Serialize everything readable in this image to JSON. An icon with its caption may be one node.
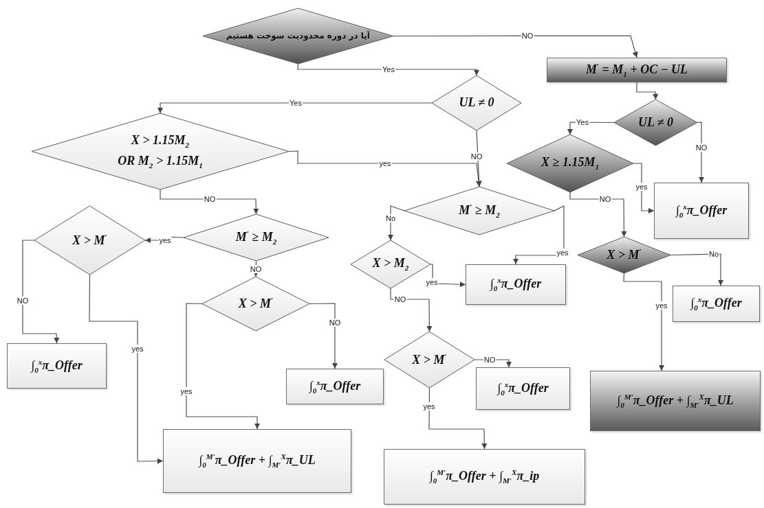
{
  "diagram": {
    "nodes": [
      {
        "text": [
          "آیا در دوره محدودیت سوخت هستیم"
        ]
      },
      {
        "text": [
          "M$^{′}$ = M$_{1}$ + OC − UL"
        ]
      },
      {
        "text": [
          "UL ≠ 0"
        ]
      },
      {
        "text": [
          "X > 1.15M$_{2}$",
          "OR M$_{2}$ > 1.15M$_{1}$"
        ]
      },
      {
        "text": [
          "UL ≠ 0"
        ]
      },
      {
        "text": [
          "X ≥ 1.15M$_{1}$"
        ]
      },
      {
        "text": [
          "∫$_{0}$$^{x}$π_Offer"
        ]
      },
      {
        "text": [
          "M$^{′}$ ≥ M$_{2}$"
        ]
      },
      {
        "text": [
          "M$^{′}$ ≥ M$_{2}$"
        ]
      },
      {
        "text": [
          "X > M$^{′}$"
        ]
      },
      {
        "text": [
          "X > M$^{′}$"
        ]
      },
      {
        "text": [
          "X > M$_{2}$"
        ]
      },
      {
        "text": [
          "∫$_{0}$$^{x}$π_Offer"
        ]
      },
      {
        "text": [
          "X > M$^{′}$"
        ]
      },
      {
        "text": [
          "∫$_{0}$$^{x}$π_Offer"
        ]
      },
      {
        "text": [
          "∫$_{0}$$^{x}$π_Offer"
        ]
      },
      {
        "text": [
          "∫$_{0}$$^{x}$π_Offer"
        ]
      },
      {
        "text": [
          "X > M$^{′}$"
        ]
      },
      {
        "text": [
          "∫$_{0}$$^{x}$π_Offer"
        ]
      },
      {
        "text": [
          "∫$_{0}$$^{M′}$π_Offer + ∫$_{M′}$$^{X}$π_UL"
        ]
      },
      {
        "text": [
          "∫$_{0}$$^{M′}$π_Offer + ∫$_{M′}$$^{X}$π_UL"
        ]
      },
      {
        "text": [
          "∫$_{0}$$^{M′}$π_Offer + ∫$_{M′}$$^{X}$π_ip"
        ]
      }
    ],
    "edges": [
      {
        "from": 0,
        "to": 1,
        "arrow": "to",
        "label": "NO"
      },
      {
        "from": 0,
        "to": 2,
        "arrow": "to",
        "label": "Yes"
      },
      {
        "from": 2,
        "to": 3,
        "arrow": "to",
        "label": "Yes"
      },
      {
        "from": 2,
        "to": 7,
        "arrow": "to",
        "label": "NO"
      },
      {
        "from": 3,
        "to": 7,
        "arrow": "to",
        "label": "yes"
      },
      {
        "from": 3,
        "to": 8,
        "arrow": "to",
        "label": "NO"
      },
      {
        "from": 1,
        "to": 4,
        "arrow": "to"
      },
      {
        "from": 4,
        "to": 5,
        "arrow": "to",
        "label": "Yes"
      },
      {
        "from": 4,
        "to": 6,
        "arrow": "to",
        "label": "NO"
      },
      {
        "from": 5,
        "to": 6,
        "arrow": "to",
        "label": "yes"
      },
      {
        "from": 5,
        "to": 10,
        "arrow": "to",
        "label": "NO"
      },
      {
        "from": 7,
        "to": 11,
        "arrow": "to",
        "label": "No"
      },
      {
        "from": 7,
        "to": 12,
        "arrow": "to",
        "label": "yes"
      },
      {
        "from": 8,
        "to": 9,
        "arrow": "to",
        "label": "yes"
      },
      {
        "from": 8,
        "to": 13,
        "arrow": "to",
        "label": "NO"
      },
      {
        "from": 9,
        "to": 15,
        "arrow": "to",
        "label": "NO"
      },
      {
        "from": 9,
        "to": 20,
        "arrow": "to",
        "label": "yes"
      },
      {
        "from": 10,
        "to": 14,
        "arrow": "to",
        "label": "No"
      },
      {
        "from": 10,
        "to": 19,
        "arrow": "to",
        "label": "yes"
      },
      {
        "from": 11,
        "to": 12,
        "arrow": "to",
        "label": "yes"
      },
      {
        "from": 11,
        "to": 17,
        "arrow": "to",
        "label": "NO"
      },
      {
        "from": 13,
        "to": 16,
        "arrow": "to",
        "label": "NO"
      },
      {
        "from": 13,
        "to": 20,
        "arrow": "to",
        "label": "yes"
      },
      {
        "from": 17,
        "to": 18,
        "arrow": "to",
        "label": "NO"
      },
      {
        "from": 17,
        "to": 21,
        "arrow": "to",
        "label": "yes"
      }
    ]
  }
}
